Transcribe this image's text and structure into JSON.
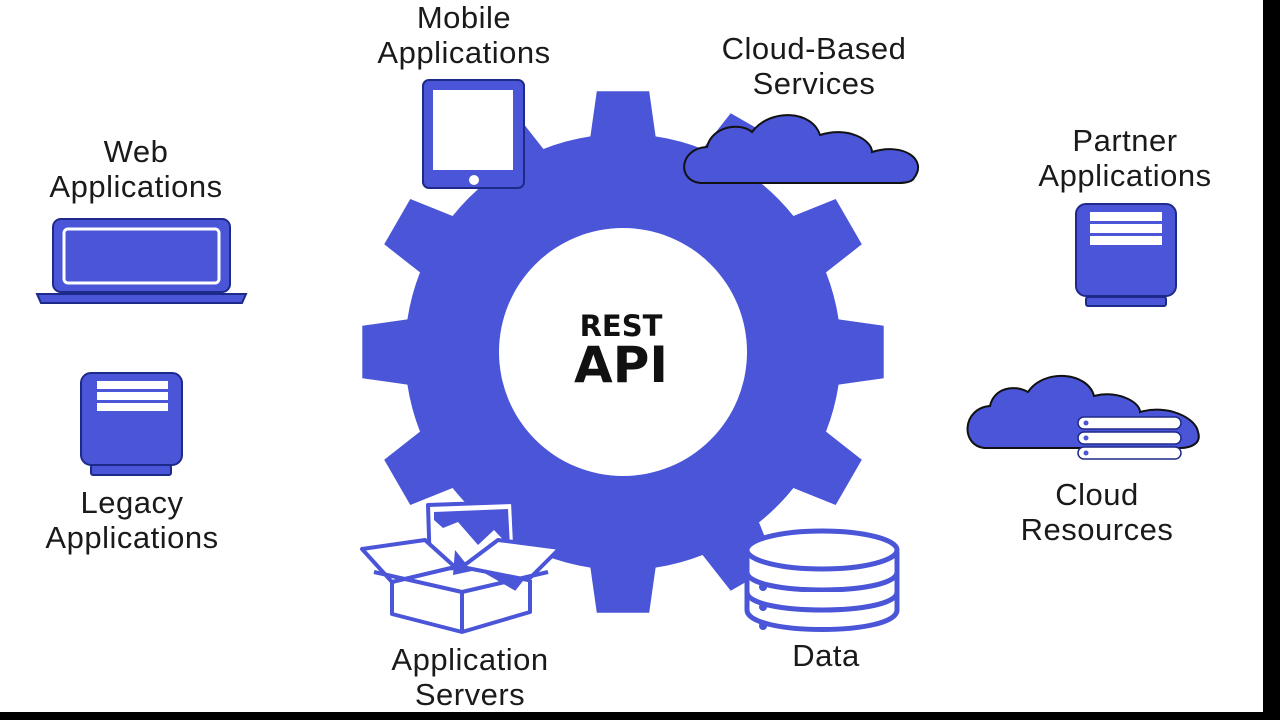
{
  "colors": {
    "accent": "#4a55d8",
    "outline": "#1e2a8a",
    "text": "#1a1a1a",
    "background": "#ffffff"
  },
  "core": {
    "line1": "REST",
    "line2": "API",
    "icon": "gear-icon"
  },
  "nodes": {
    "mobile": {
      "line1": "Mobile",
      "line2": "Applications",
      "icon": "smartphone-icon"
    },
    "cloud_services": {
      "line1": "Cloud-Based",
      "line2": "Services",
      "icon": "cloud-icon"
    },
    "web": {
      "line1": "Web",
      "line2": "Applications",
      "icon": "laptop-icon"
    },
    "partner": {
      "line1": "Partner",
      "line2": "Applications",
      "icon": "server-icon"
    },
    "legacy": {
      "line1": "Legacy",
      "line2": "Applications",
      "icon": "server-icon"
    },
    "cloud_resources": {
      "line1": "Cloud",
      "line2": "Resources",
      "icon": "cloud-storage-icon"
    },
    "app_servers": {
      "line1": "Application",
      "line2": "Servers",
      "icon": "open-box-icon"
    },
    "data": {
      "line1": "Data",
      "icon": "database-icon"
    }
  }
}
